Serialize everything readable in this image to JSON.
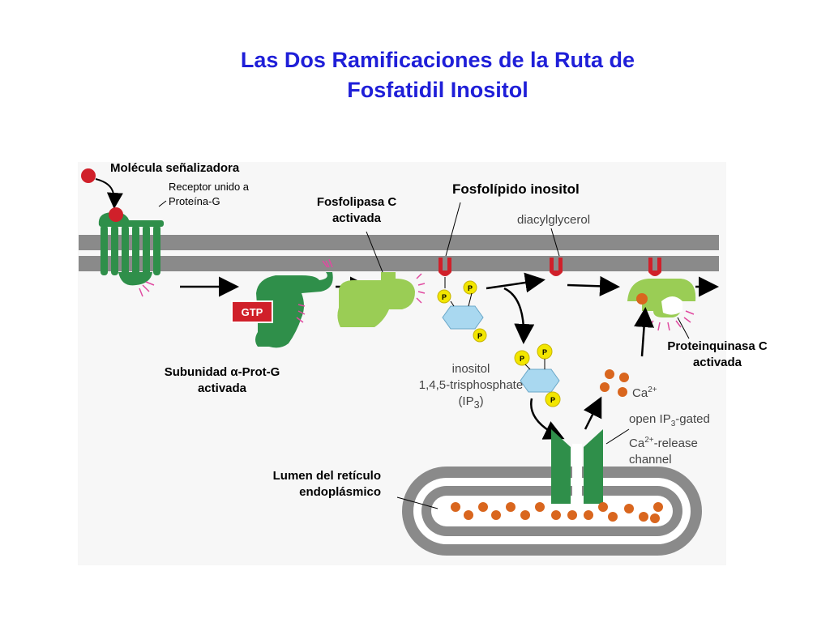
{
  "title": {
    "line1": "Las Dos Ramificaciones de la Ruta de",
    "line2": "Fosfatidil Inositol"
  },
  "labels": {
    "signal_molecule": "Molécula señalizadora",
    "receptor_line1": "Receptor unido a",
    "receptor_line2": "Proteína-G",
    "plc_line1": "Fosfolipasa C",
    "plc_line2": "activada",
    "phosphoinositide": "Fosfolípido inositol",
    "diacylglycerol": "diacylglycerol",
    "gtp": "GTP",
    "alpha_subunit_prefix": "Subunidad ",
    "alpha_symbol": "α",
    "alpha_subunit_suffix": "-Prot-G",
    "alpha_subunit_line2": "activada",
    "pkc_line1": "Proteinquinasa C",
    "pkc_line2": "activada",
    "ip3_line1": "inositol",
    "ip3_line2": "1,4,5-trisphosphate",
    "ip3_line3_base": "(IP",
    "ip3_line3_sub": "3",
    "ip3_line3_end": ")",
    "ca_base": "Ca",
    "ca_sup": "2+",
    "channel_line1_a": "open IP",
    "channel_line1_sub": "3",
    "channel_line1_b": "-gated",
    "channel_line2_a": "Ca",
    "channel_line2_sup": "2+",
    "channel_line2_b": "-release",
    "channel_line3": "channel",
    "er_lumen_line1": "Lumen del retículo",
    "er_lumen_line2": "endoplásmico",
    "phosphate": "P"
  },
  "colors": {
    "title": "#1f1fd8",
    "membrane": "#8a8a8a",
    "receptor_green": "#2f8f4a",
    "plc_green": "#9acd55",
    "gtp_red": "#d0202a",
    "phosphate_yellow": "#f2e600",
    "inositol_blue": "#a9d8f0",
    "calcium_orange": "#d9661e"
  }
}
